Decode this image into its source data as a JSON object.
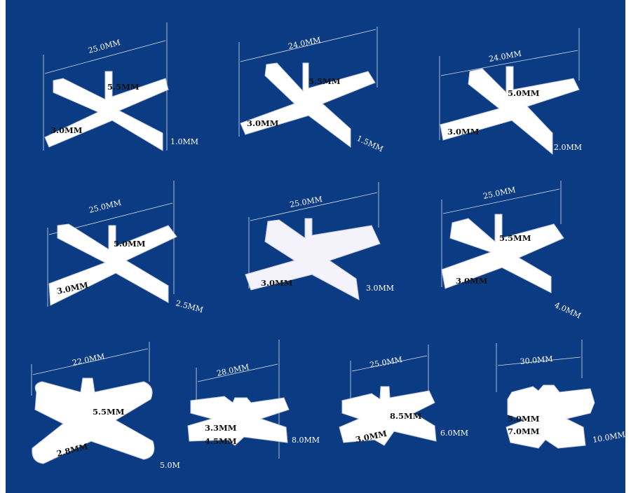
{
  "spacers": [
    {
      "width": "25.0MM",
      "height": "5.5MM",
      "base": "3.0MM",
      "thickness": "1.0MM"
    },
    {
      "width": "24.0MM",
      "height": "5.5MM",
      "base": "3.0MM",
      "thickness": "1.5MM"
    },
    {
      "width": "24.0MM",
      "height": "5.0MM",
      "base": "3.0MM",
      "thickness": "2.0MM"
    },
    {
      "width": "25.0MM",
      "height": "5.0MM",
      "base": "3.0MM",
      "thickness": "2.5MM"
    },
    {
      "width": "25.0MM",
      "height": "",
      "base": "3.0MM",
      "thickness": "3.0MM"
    },
    {
      "width": "25.0MM",
      "height": "5.5MM",
      "base": "3.0MM",
      "thickness": "4.0MM"
    },
    {
      "width": "22.0MM",
      "height": "5.5MM",
      "base": "2.8MM",
      "thickness": "5.0M"
    },
    {
      "width": "28.0MM",
      "height": "3.3MM",
      "base": "4.5MM",
      "thickness": "8.0MM"
    },
    {
      "width": "25.0MM",
      "height": "8.5MM",
      "base": "3.0MM",
      "thickness": "6.0MM"
    },
    {
      "width": "30.0MM",
      "height": "5.0MM",
      "base": "7.0MM",
      "thickness": "10.0MM"
    }
  ]
}
